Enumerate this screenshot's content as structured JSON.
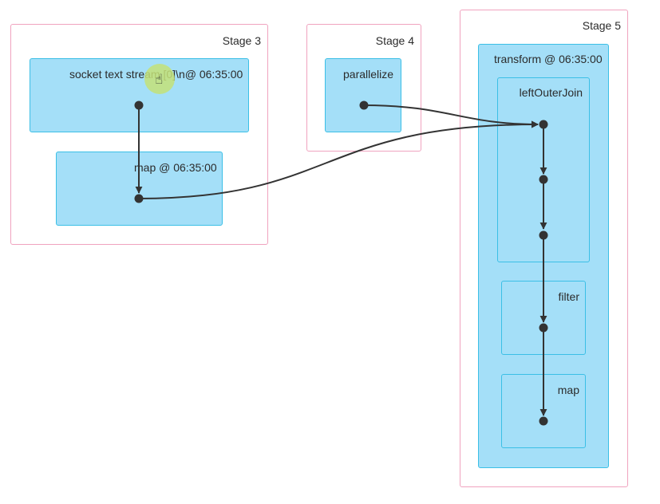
{
  "stages": [
    {
      "id": "stage-3",
      "label": "Stage 3"
    },
    {
      "id": "stage-4",
      "label": "Stage 4"
    },
    {
      "id": "stage-5",
      "label": "Stage 5"
    }
  ],
  "operations": [
    {
      "id": "socket-text-stream",
      "label": "socket text stream [0]\\n@ 06:35:00"
    },
    {
      "id": "map-stage3",
      "label": "map @ 06:35:00"
    },
    {
      "id": "parallelize",
      "label": "parallelize"
    },
    {
      "id": "transform",
      "label": "transform @ 06:35:00"
    },
    {
      "id": "leftouterjoin",
      "label": "leftOuterJoin"
    },
    {
      "id": "filter",
      "label": "filter"
    },
    {
      "id": "map-stage5",
      "label": "map"
    }
  ],
  "edges": [
    {
      "from": "socket-text-stream",
      "to": "map-stage3"
    },
    {
      "from": "map-stage3",
      "to": "leftouterjoin"
    },
    {
      "from": "parallelize",
      "to": "leftouterjoin"
    },
    {
      "from": "leftouterjoin",
      "to": "leftouterjoin-step-2"
    },
    {
      "from": "leftouterjoin-step-2",
      "to": "leftouterjoin-step-3"
    },
    {
      "from": "leftouterjoin-step-3",
      "to": "filter"
    },
    {
      "from": "filter",
      "to": "map-stage5"
    }
  ],
  "colors": {
    "stage_border": "#f0a3bf",
    "op_fill": "#a4dff8",
    "op_border": "#3bbfe6",
    "edge": "#333333",
    "cursor_highlight": "#c4e278"
  },
  "cursor": {
    "icon": "hand-pointer-icon"
  }
}
